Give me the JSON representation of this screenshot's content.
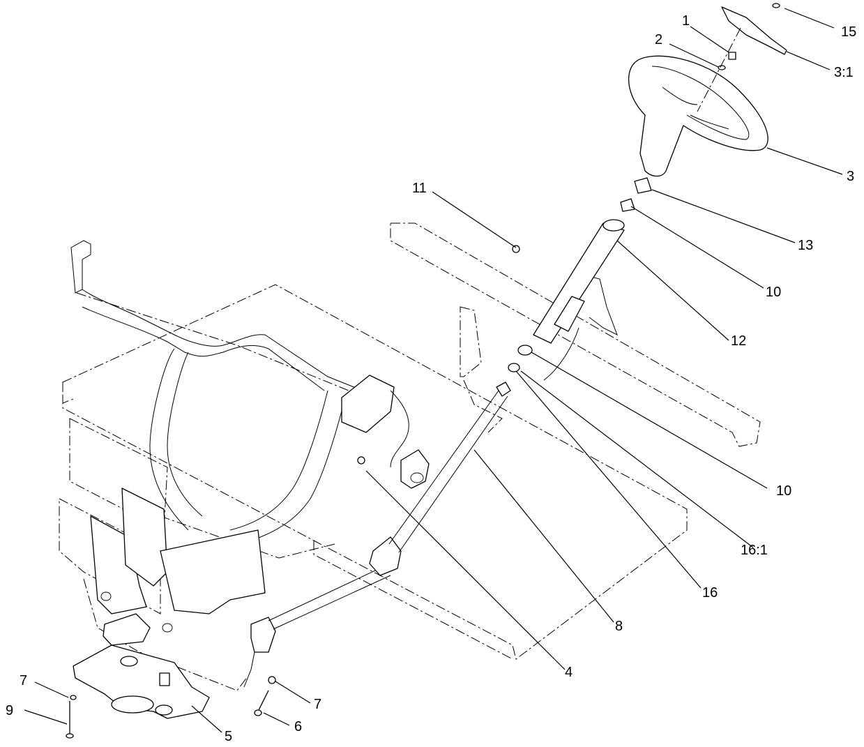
{
  "diagram": {
    "callouts": [
      {
        "id": "c1",
        "text": "1"
      },
      {
        "id": "c2",
        "text": "2"
      },
      {
        "id": "c15",
        "text": "15"
      },
      {
        "id": "c3-1",
        "text": "3:1"
      },
      {
        "id": "c3",
        "text": "3"
      },
      {
        "id": "c11",
        "text": "11"
      },
      {
        "id": "c13",
        "text": "13"
      },
      {
        "id": "c10a",
        "text": "10"
      },
      {
        "id": "c12",
        "text": "12"
      },
      {
        "id": "c10b",
        "text": "10"
      },
      {
        "id": "c16-1",
        "text": "16:1"
      },
      {
        "id": "c16",
        "text": "16"
      },
      {
        "id": "c8",
        "text": "8"
      },
      {
        "id": "c4",
        "text": "4"
      },
      {
        "id": "c7a",
        "text": "7"
      },
      {
        "id": "c9",
        "text": "9"
      },
      {
        "id": "c5",
        "text": "5"
      },
      {
        "id": "c6",
        "text": "6"
      },
      {
        "id": "c7b",
        "text": "7"
      }
    ]
  }
}
